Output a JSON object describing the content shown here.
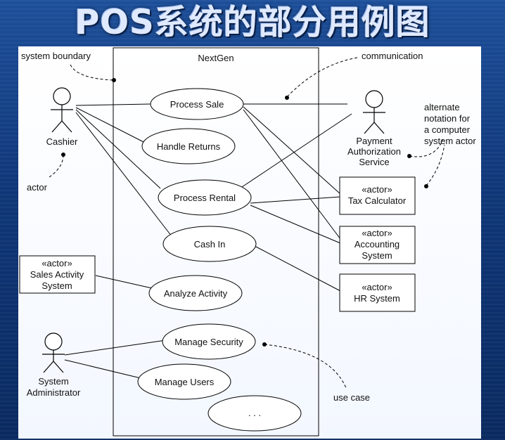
{
  "slide": {
    "title": "POS系统的部分用例图"
  },
  "diagram": {
    "system_name": "NextGen",
    "actors": {
      "cashier": "Cashier",
      "payment_line1": "Payment",
      "payment_line2": "Authorization",
      "payment_line3": "Service",
      "sysadmin_line1": "System",
      "sysadmin_line2": "Administrator"
    },
    "stereotype": "«actor»",
    "system_actors": {
      "tax": "Tax Calculator",
      "accounting_line1": "Accounting",
      "accounting_line2": "System",
      "hr": "HR System",
      "sales_line1": "Sales Activity",
      "sales_line2": "System"
    },
    "use_cases": {
      "process_sale": "Process Sale",
      "handle_returns": "Handle Returns",
      "process_rental": "Process Rental",
      "cash_in": "Cash In",
      "analyze_activity": "Analyze Activity",
      "manage_security": "Manage Security",
      "manage_users": "Manage Users",
      "more": ". . ."
    },
    "annotations": {
      "system_boundary": "system boundary",
      "communication": "communication",
      "actor": "actor",
      "alt_line1": "alternate",
      "alt_line2": "notation for",
      "alt_line3": "a computer",
      "alt_line4": "system actor",
      "use_case": "use case"
    }
  }
}
